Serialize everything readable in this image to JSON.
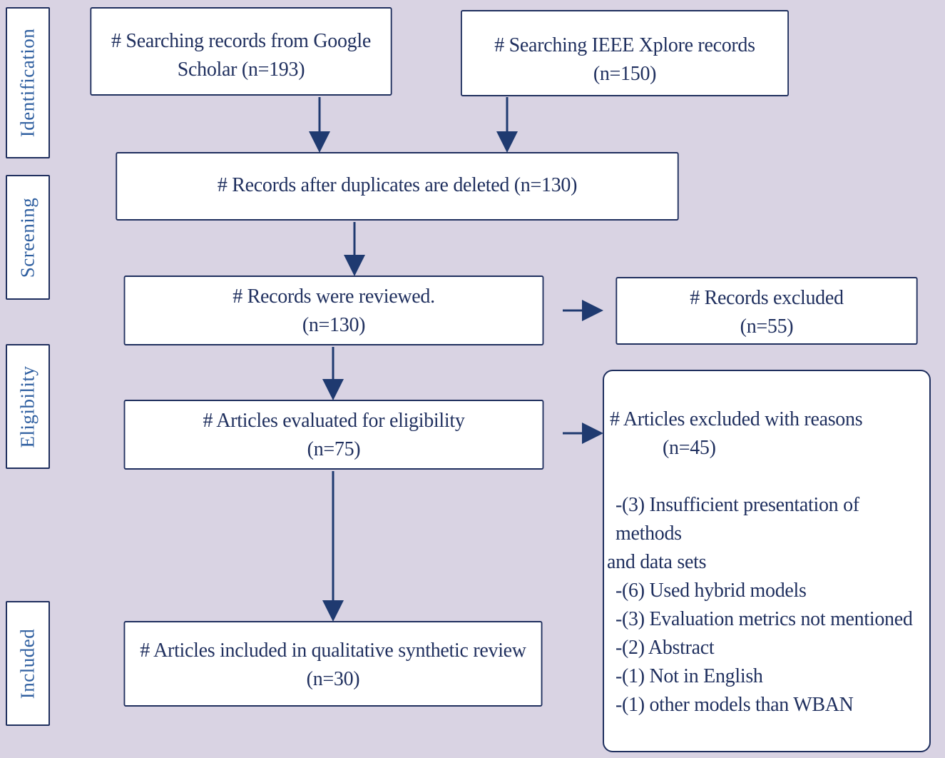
{
  "stages": {
    "identification": "Identification",
    "screening": "Screening",
    "eligibility": "Eligibility",
    "included": "Included"
  },
  "boxes": {
    "google_scholar": [
      "# Searching records from Google",
      "Scholar (n=193)"
    ],
    "ieee": [
      "# Searching IEEE Xplore records",
      "(n=150)"
    ],
    "after_duplicates": [
      "# Records after duplicates are deleted (n=130)"
    ],
    "reviewed": [
      "# Records were reviewed.",
      "(n=130)"
    ],
    "excluded": [
      "# Records  excluded",
      "(n=55)"
    ],
    "eligibility": [
      "# Articles evaluated for eligibility",
      "(n=75)"
    ],
    "included": [
      "# Articles included  in qualitative synthetic review",
      "(n=30)"
    ],
    "excluded_reasons": {
      "title": "# Articles excluded with reasons",
      "count": "(n=45)",
      "reasons": [
        "-(3) Insufficient presentation of  methods",
        "and data sets",
        "-(6) Used hybrid  models",
        "-(3) Evaluation metrics not mentioned",
        "-(2) Abstract",
        "-(1) Not in English",
        "-(1)  other  models than WBAN"
      ]
    }
  },
  "colors": {
    "background": "#d9d3e3",
    "border": "#1f2f5e",
    "text": "#1f2f5e",
    "stage_text": "#2f5fa0",
    "arrow": "#1f3a70"
  }
}
